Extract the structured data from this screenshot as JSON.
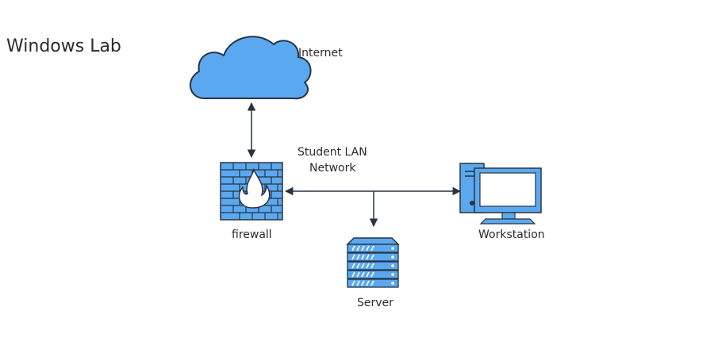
{
  "title": "Windows Lab",
  "nodes": {
    "internet": {
      "label": "Internet",
      "icon": "cloud-icon"
    },
    "firewall": {
      "label": "firewall",
      "icon": "firewall-icon"
    },
    "server": {
      "label": "Server",
      "icon": "server-icon"
    },
    "workstation": {
      "label": "Workstation",
      "icon": "workstation-icon"
    }
  },
  "network": {
    "label_line1": "Student LAN",
    "label_line2": "Network"
  },
  "colors": {
    "fill": "#5aa9f0",
    "stroke": "#2a3340",
    "fill_dark": "#3d8ad8",
    "flame": "#ffffff"
  }
}
